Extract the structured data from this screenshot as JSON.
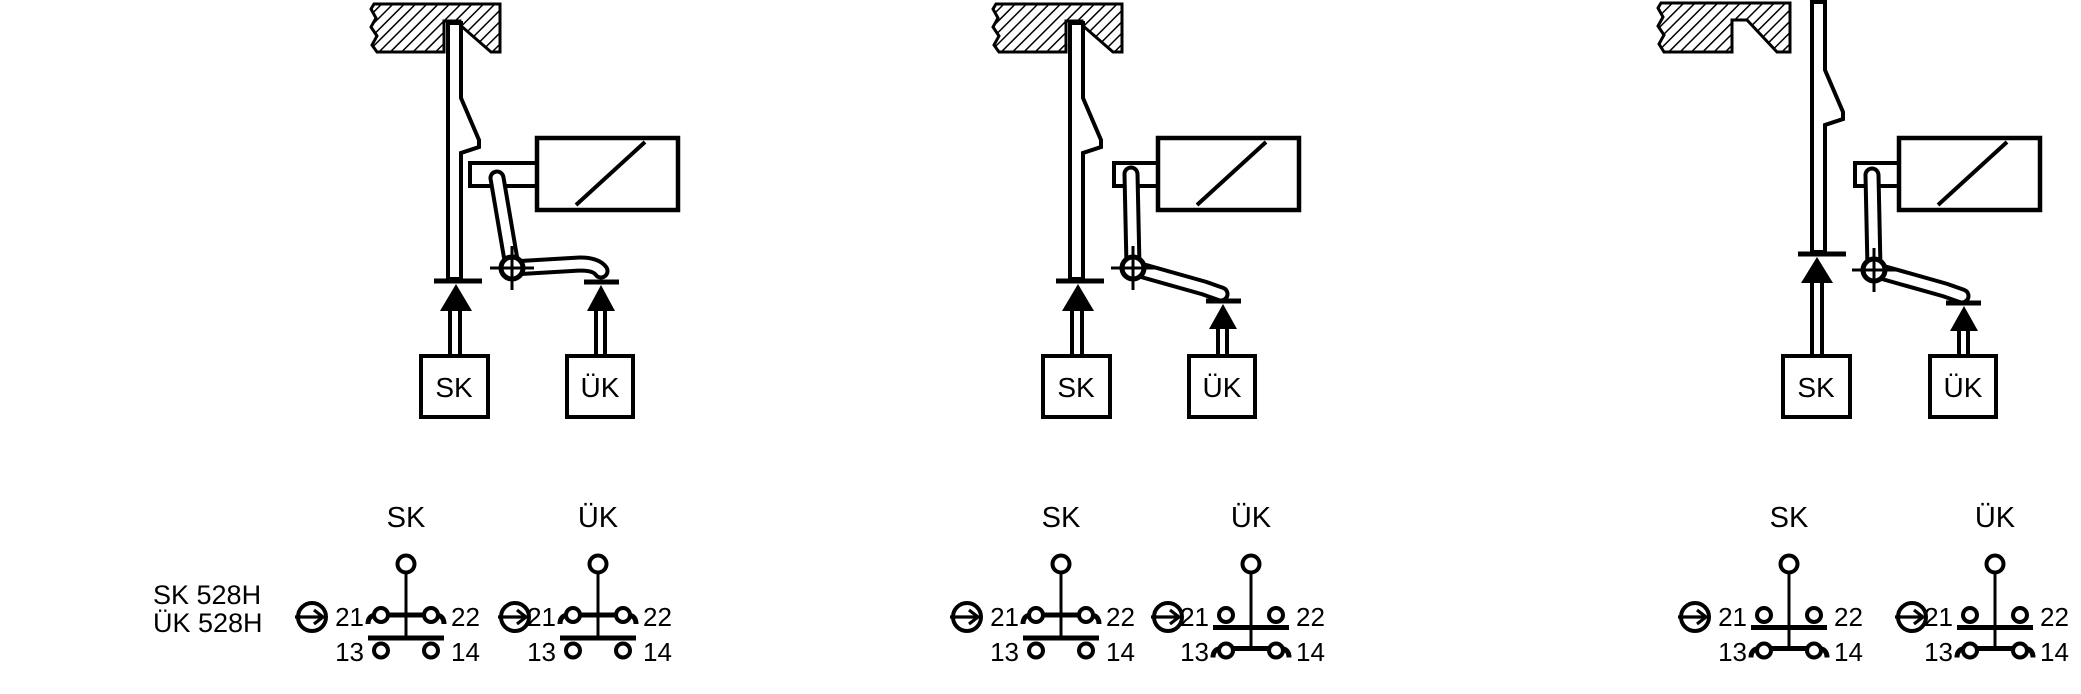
{
  "page": {
    "background": "#ffffff",
    "ink": "#000000"
  },
  "product_labels": {
    "line1": "SK 528H",
    "line2": "ÜK 528H"
  },
  "icons": {
    "actuation_direction": "circle-right-arrow",
    "pivot": "crosshair-pivot",
    "frame": "hatched-fixed-frame",
    "actuator": "up-arrow-double-shaft"
  },
  "states": [
    {
      "mech": {
        "sk_label": "SK",
        "uk_label": "ÜK"
      },
      "contacts": {
        "sk": {
          "title": "SK",
          "t21": "21",
          "t22": "22",
          "t13": "13",
          "t14": "14",
          "c21_22": "closed",
          "c13_14": "open"
        },
        "uk": {
          "title": "ÜK",
          "t21": "21",
          "t22": "22",
          "t13": "13",
          "t14": "14",
          "c21_22": "closed",
          "c13_14": "open"
        }
      }
    },
    {
      "mech": {
        "sk_label": "SK",
        "uk_label": "ÜK"
      },
      "contacts": {
        "sk": {
          "title": "SK",
          "t21": "21",
          "t22": "22",
          "t13": "13",
          "t14": "14",
          "c21_22": "closed",
          "c13_14": "open"
        },
        "uk": {
          "title": "ÜK",
          "t21": "21",
          "t22": "22",
          "t13": "13",
          "t14": "14",
          "c21_22": "open",
          "c13_14": "closed"
        }
      }
    },
    {
      "mech": {
        "sk_label": "SK",
        "uk_label": "ÜK"
      },
      "contacts": {
        "sk": {
          "title": "SK",
          "t21": "21",
          "t22": "22",
          "t13": "13",
          "t14": "14",
          "c21_22": "open",
          "c13_14": "closed"
        },
        "uk": {
          "title": "ÜK",
          "t21": "21",
          "t22": "22",
          "t13": "13",
          "t14": "14",
          "c21_22": "open",
          "c13_14": "closed"
        }
      }
    }
  ]
}
